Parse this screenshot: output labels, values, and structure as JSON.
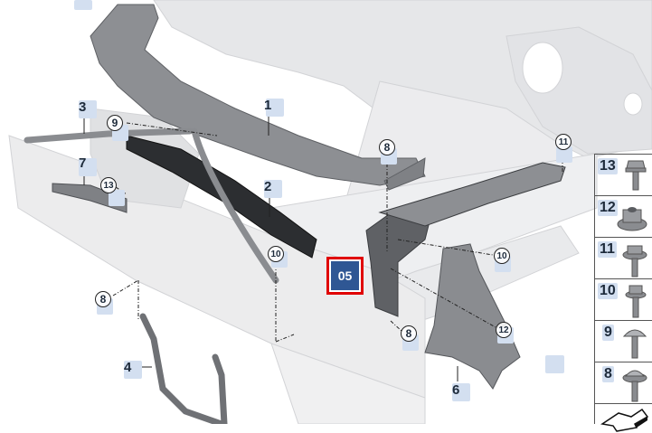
{
  "diagram": {
    "type": "exploded-parts-diagram",
    "subject": "Front end carrier / radiator support assembly"
  },
  "selected_group": {
    "label": "05",
    "highlight_color": "#e00000",
    "fill_color": "#2f5794"
  },
  "callouts": [
    {
      "id": "1",
      "style": "plain"
    },
    {
      "id": "2",
      "style": "plain"
    },
    {
      "id": "3",
      "style": "plain"
    },
    {
      "id": "4",
      "style": "plain"
    },
    {
      "id": "6",
      "style": "plain"
    },
    {
      "id": "7",
      "style": "plain"
    },
    {
      "id": "8",
      "style": "circled",
      "occurrences": 3
    },
    {
      "id": "9",
      "style": "circled"
    },
    {
      "id": "10",
      "style": "circled",
      "occurrences": 2
    },
    {
      "id": "11",
      "style": "circled"
    },
    {
      "id": "12",
      "style": "circled"
    },
    {
      "id": "13",
      "style": "circled"
    }
  ],
  "labels": {
    "c1": "1",
    "c2": "2",
    "c3": "3",
    "c4": "4",
    "c6": "6",
    "c7": "7",
    "c8a": "8",
    "c8b": "8",
    "c8c": "8",
    "c9": "9",
    "c10a": "10",
    "c10b": "10",
    "c11": "11",
    "c12": "12",
    "c13": "13"
  },
  "fastener_legend": [
    {
      "number": "13",
      "icon": "hex-flange-bolt-icon"
    },
    {
      "number": "12",
      "icon": "hex-flange-nut-icon"
    },
    {
      "number": "11",
      "icon": "hex-washer-screw-icon"
    },
    {
      "number": "10",
      "icon": "hex-bolt-icon"
    },
    {
      "number": "9",
      "icon": "pan-head-torx-screw-icon"
    },
    {
      "number": "8",
      "icon": "torx-washer-screw-icon"
    }
  ],
  "legend_footer_icon": "direction-arrow-icon",
  "colors": {
    "callout_bg": "#d3dff0",
    "callout_text": "#1d2a3a",
    "part_dark": "#7a7c80",
    "part_ghost": "#e4e5e7"
  }
}
